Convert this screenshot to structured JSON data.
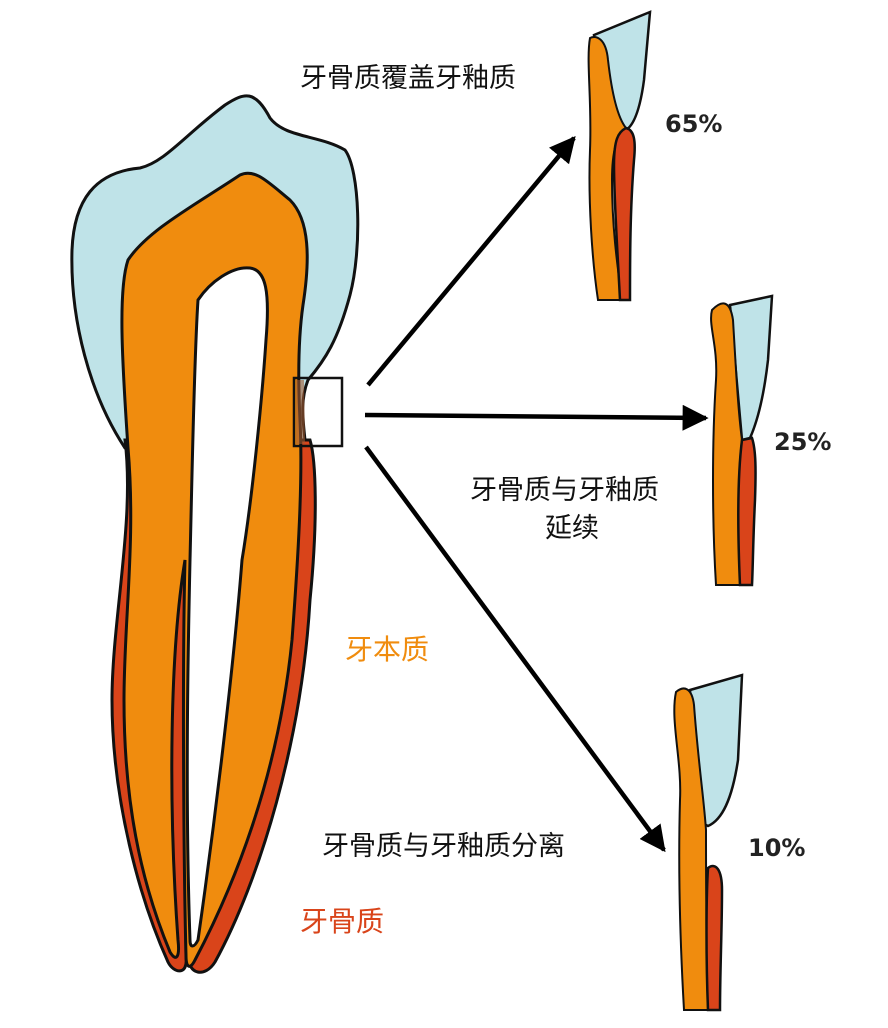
{
  "diagram": {
    "captions": {
      "overlap": "牙骨质覆盖牙釉质",
      "continuous_line1": "牙骨质与牙釉质",
      "continuous_line2": "延续",
      "gap": "牙骨质与牙釉质分离"
    },
    "percentages": {
      "overlap": "65%",
      "continuous": "25%",
      "gap": "10%"
    },
    "tissue_labels": {
      "dentin": "牙本质",
      "cementum": "牙骨质"
    }
  },
  "colors": {
    "enamel": "#bfe3e8",
    "dentin": "#f08c0e",
    "cementum": "#d9441a",
    "dentin_label": "#f08c0e",
    "cementum_label": "#d9441a",
    "outline": "#111111",
    "arrow": "#000000"
  }
}
